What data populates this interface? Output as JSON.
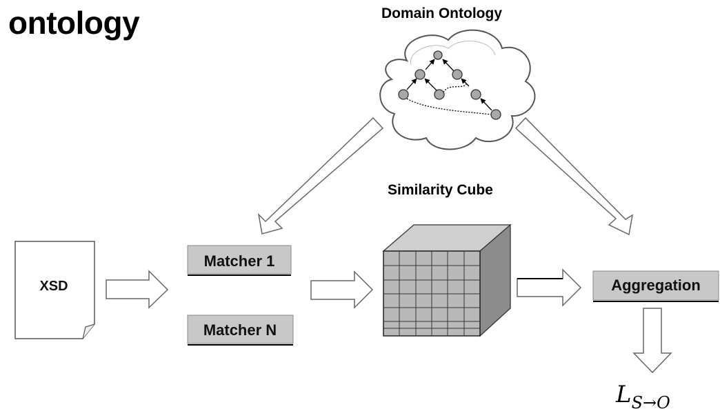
{
  "title": "ontology",
  "domain_ontology": {
    "label": "Domain Ontology"
  },
  "similarity_cube": {
    "label": "Similarity Cube"
  },
  "xsd": {
    "label": "XSD"
  },
  "matchers": [
    {
      "label": "Matcher 1"
    },
    {
      "label": "Matcher N"
    }
  ],
  "aggregation": {
    "label": "Aggregation"
  },
  "result": {
    "main": "L",
    "subscript": "S→O"
  },
  "colors": {
    "box_fill": "#c8c8c8",
    "cube_front": "#b8b8b8",
    "cube_top": "#cfcfcf",
    "cube_side": "#8c8c8c"
  }
}
